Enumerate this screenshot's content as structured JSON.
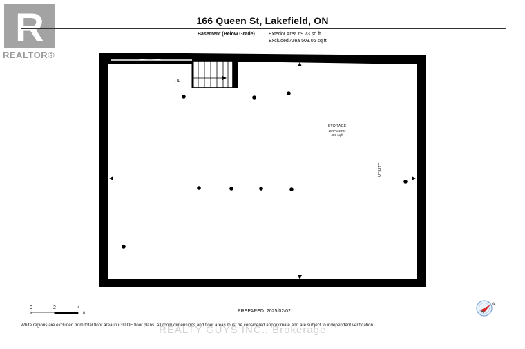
{
  "header": {
    "address": "166 Queen St, Lakefield, ON",
    "floor_name": "Basement (Below Grade)",
    "exterior_area": "Exterior Area 69.73 sq ft",
    "excluded_area": "Excluded Area 503.06 sq ft"
  },
  "logo": {
    "text": "REALTOR®",
    "icon": "realtor-r-icon",
    "color": "#9a9a9a"
  },
  "plan": {
    "stairs_label": "UP",
    "room_name": "STORAGE",
    "room_dimensions": "28'6\" x 20'4\"",
    "room_area": "489 sq ft",
    "utility_label": "UTILITY"
  },
  "scale": {
    "ticks": [
      "0",
      "2",
      "4"
    ],
    "unit": "ft"
  },
  "footer": {
    "prepared": "PREPARED: 2025/02/02",
    "disclaimer": "White regions are excluded from total floor area in iGUIDE floor plans. All room dimensions and floor areas must be considered approximate and are subject to independent verification.",
    "watermark": "REALTY GUYS INC., Brokerage"
  },
  "compass": {
    "icon": "compass-icon",
    "accent": "#d62a2a"
  }
}
